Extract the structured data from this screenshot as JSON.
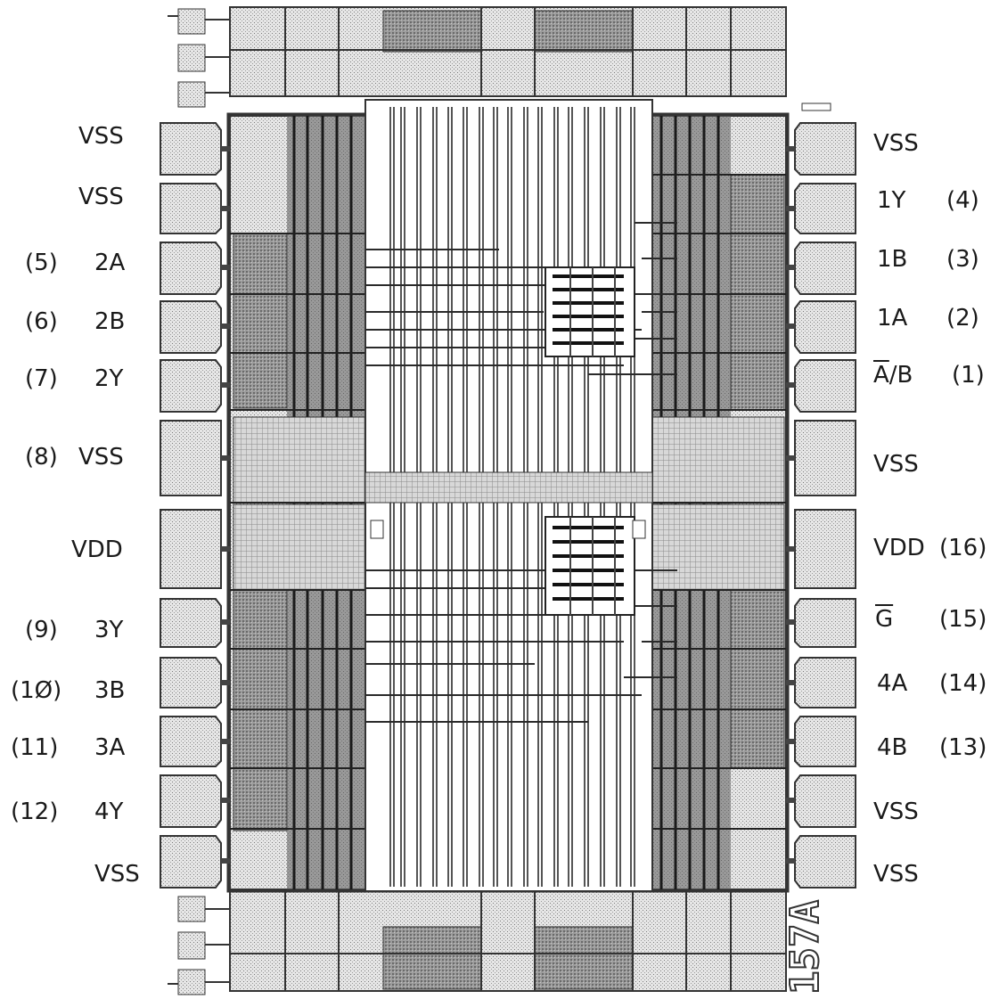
{
  "colors": {
    "background": "#ffffff",
    "pad_fill": "#cfcfcf",
    "dark_cell": "#5a5a5a",
    "metal": "#2a2a2a",
    "outline": "#333333"
  },
  "chip_id": "157A",
  "pins_left": [
    {
      "name": "VSS",
      "number": ""
    },
    {
      "name": "VSS",
      "number": ""
    },
    {
      "name": "2A",
      "number": "(5)"
    },
    {
      "name": "2B",
      "number": "(6)"
    },
    {
      "name": "2Y",
      "number": "(7)"
    },
    {
      "name": "VSS",
      "number": "(8)"
    },
    {
      "name": "VDD",
      "number": ""
    },
    {
      "name": "3Y",
      "number": "(9)"
    },
    {
      "name": "3B",
      "number": "(1Ø)"
    },
    {
      "name": "3A",
      "number": "(11)"
    },
    {
      "name": "4Y",
      "number": "(12)"
    },
    {
      "name": "VSS",
      "number": ""
    }
  ],
  "pins_right": [
    {
      "name": "VSS",
      "number": ""
    },
    {
      "name": "1Y",
      "number": "(4)"
    },
    {
      "name": "1B",
      "number": "(3)"
    },
    {
      "name": "1A",
      "number": "(2)"
    },
    {
      "name": "A/B",
      "number": "(1)",
      "overline_part": "A"
    },
    {
      "name": "VSS",
      "number": ""
    },
    {
      "name": "VDD",
      "number": "(16)"
    },
    {
      "name": "G",
      "number": "(15)",
      "overline_part": "G"
    },
    {
      "name": "4A",
      "number": "(14)"
    },
    {
      "name": "4B",
      "number": "(13)"
    },
    {
      "name": "VSS",
      "number": ""
    },
    {
      "name": "VSS",
      "number": ""
    }
  ]
}
